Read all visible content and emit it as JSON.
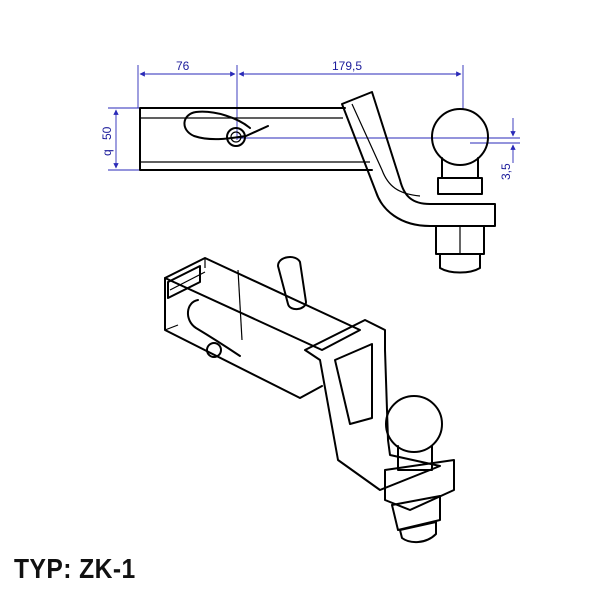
{
  "dimensions": {
    "length_left": "76",
    "length_right": "179,5",
    "height_drop": "50",
    "axis_marker": "q",
    "offset_small": "3,5"
  },
  "footer": {
    "type_label": "TYP: ZK-1"
  },
  "colors": {
    "outline": "#000000",
    "dimension_lines": "#2a2ab8",
    "background": "#ffffff"
  }
}
